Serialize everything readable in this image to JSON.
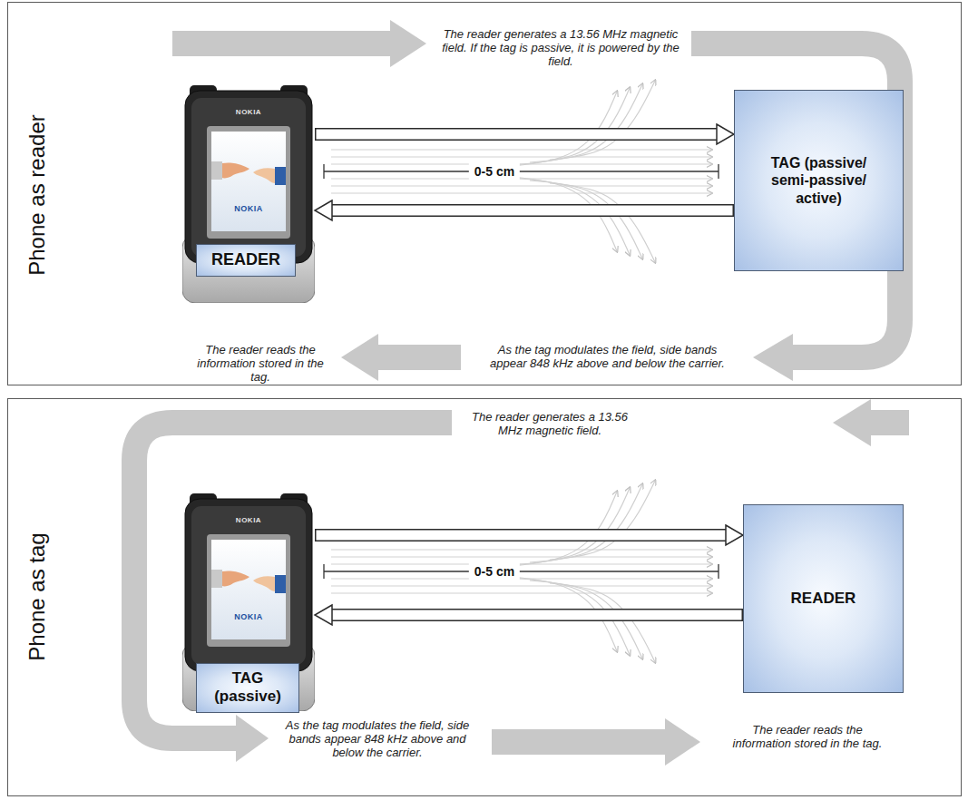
{
  "diagram": {
    "nodes": [
      {
        "text": [
          "Phone as reader"
        ]
      },
      {
        "text": [
          "NOKIA",
          "NOKIA"
        ],
        "in": 0
      },
      {
        "text": [
          "READER"
        ],
        "in": 1
      },
      {
        "text": [
          "TAG (passive/ semi-passive/ active)"
        ],
        "in": 0
      },
      {
        "text": [
          "Phone as tag"
        ]
      },
      {
        "text": [
          "NOKIA",
          "NOKIA"
        ],
        "in": 4
      },
      {
        "text": [
          "TAG (passive)"
        ],
        "in": 5
      },
      {
        "text": [
          "READER"
        ],
        "in": 4
      }
    ],
    "edges": [
      {
        "from": 1,
        "to": 3,
        "arrow": "to"
      },
      {
        "from": 3,
        "to": 1,
        "arrow": "to"
      },
      {
        "from": 5,
        "to": 7,
        "arrow": "to"
      },
      {
        "from": 7,
        "to": 5,
        "arrow": "to"
      }
    ],
    "labels": [
      "The reader generates a 13.56 MHz magnetic field. If the tag is passive, it is powered by the field.",
      "0-5 cm",
      "The reader reads the information stored in the tag.",
      "As the tag modulates the field, side bands appear 848 kHz above and below the carrier.",
      "The reader generates a 13.56 MHz magnetic field.",
      "0-5 cm",
      "As the tag modulates the field, side bands appear 848 kHz above and below the carrier.",
      "The reader reads the information stored in the tag."
    ]
  }
}
